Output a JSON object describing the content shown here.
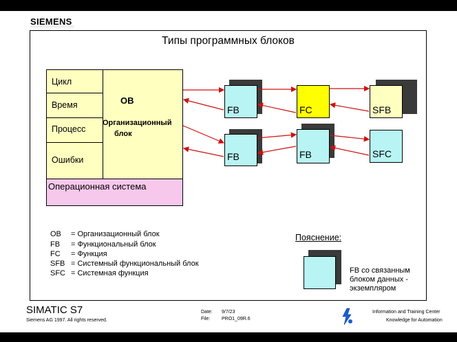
{
  "brand": "SIEMENS",
  "title": "Типы программных блоков",
  "ob": {
    "rows": [
      "Цикл",
      "Время",
      "Процесс",
      "Ошибки"
    ],
    "label": "OB",
    "desc_line1": "Организационный",
    "desc_line2": "блок"
  },
  "os_label": "Операционная система",
  "blocks": {
    "fb_top": "FB",
    "fc": "FC",
    "sfb": "SFB",
    "fb_bottom": "FB",
    "fb_middle": "FB",
    "sfc": "SFC"
  },
  "legend": [
    {
      "key": "OB",
      "value": "= Организационный блок"
    },
    {
      "key": "FB",
      "value": "= Функциональный блок"
    },
    {
      "key": "FC",
      "value": "= Функция"
    },
    {
      "key": "SFB",
      "value": "= Системный функциональный блок"
    },
    {
      "key": "SFC",
      "value": "= Системная функция"
    }
  ],
  "note": {
    "title": "Пояснение:",
    "lines": [
      "FB со связанным",
      "блоком данных -",
      "экземпляром"
    ]
  },
  "footer": {
    "product": "SIMATIC S7",
    "copyright": "Siemens AG 1997. All rights reserved.",
    "date_label": "Date:",
    "date_value": "9/7/23",
    "file_label": "File:",
    "file_value": "PRO1_09R.6",
    "info1": "Information and Training Center",
    "info2": "Knowledge for Automation"
  },
  "colors": {
    "ob_fill": "#ffffc0",
    "os_fill": "#f8c8ec",
    "fb_fill": "#b8f4f4",
    "fc_fill": "#ffff00",
    "sfb_fill": "#ffffc0",
    "arrow": "#d01010"
  }
}
